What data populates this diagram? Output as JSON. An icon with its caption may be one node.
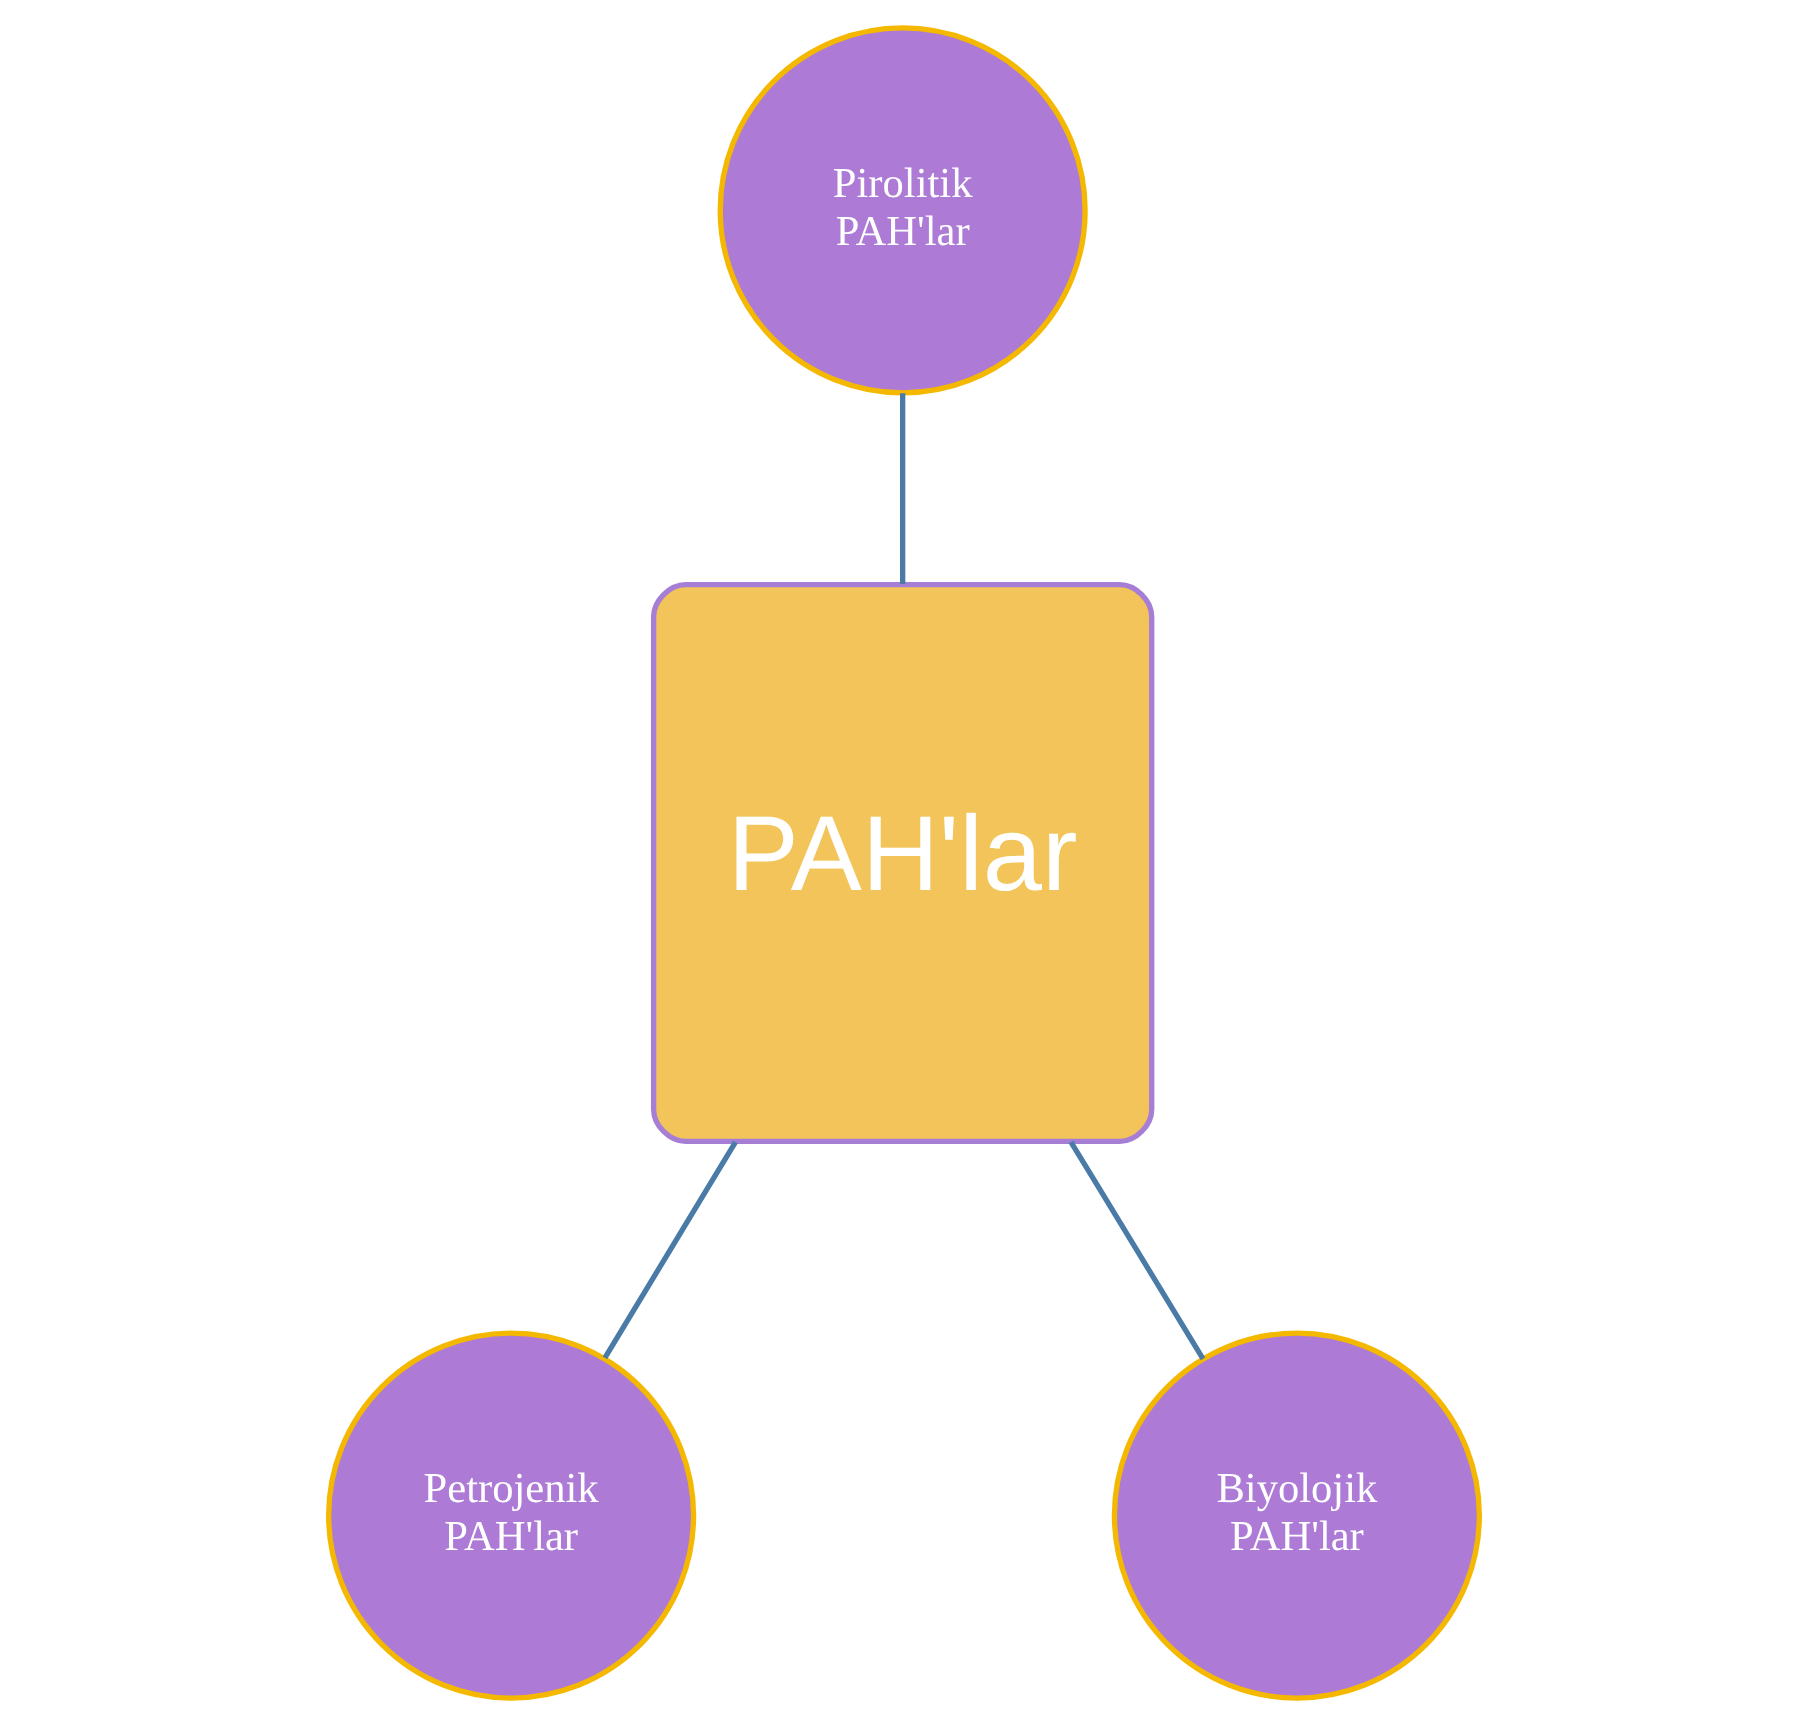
{
  "diagram": {
    "nodes": [
      {
        "text": [
          "Pirolitik PAH'lar"
        ]
      },
      {
        "text": [
          "PAH'lar"
        ]
      },
      {
        "text": [
          "Petrojenik PAH'lar"
        ]
      },
      {
        "text": [
          "Biyolojik PAH'lar"
        ]
      }
    ],
    "edges": [
      {
        "from": 0,
        "to": 1,
        "arrow": "none"
      },
      {
        "from": 1,
        "to": 2,
        "arrow": "none"
      },
      {
        "from": 1,
        "to": 3,
        "arrow": "none"
      }
    ]
  }
}
